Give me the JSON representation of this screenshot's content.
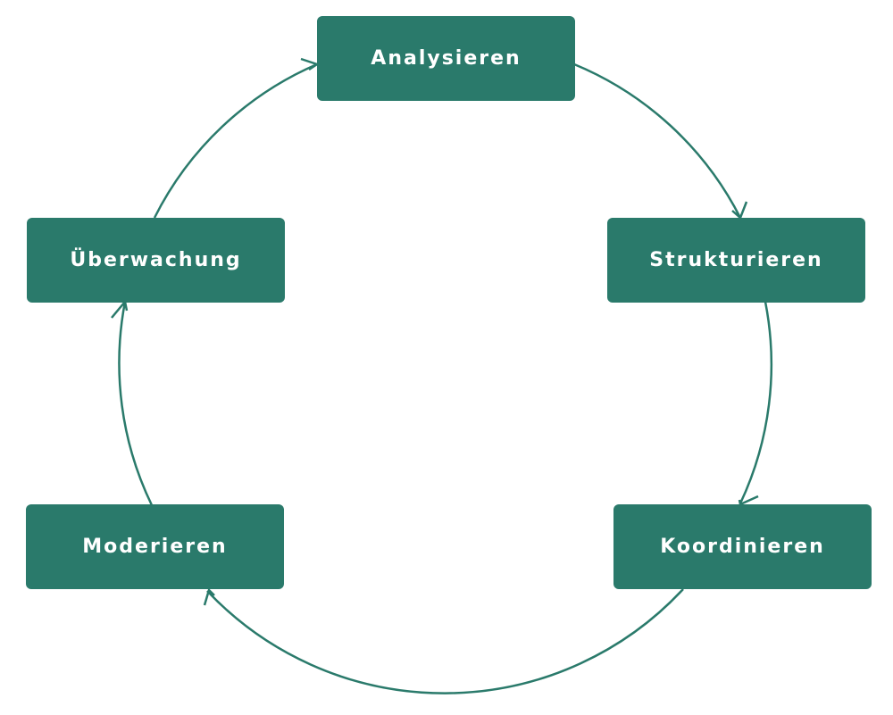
{
  "colors": {
    "node_fill": "#2a7a6b",
    "node_text": "#ffffff",
    "cycle_line": "#2a7a6b",
    "background": "#ffffff"
  },
  "diagram": {
    "type": "cycle",
    "nodes": [
      {
        "label": "Analysieren"
      },
      {
        "label": "Strukturieren"
      },
      {
        "label": "Koordinieren"
      },
      {
        "label": "Moderieren"
      },
      {
        "label": "Überwachung"
      }
    ],
    "edges": [
      {
        "from": "Analysieren",
        "to": "Strukturieren"
      },
      {
        "from": "Strukturieren",
        "to": "Koordinieren"
      },
      {
        "from": "Koordinieren",
        "to": "Moderieren"
      },
      {
        "from": "Moderieren",
        "to": "Überwachung"
      },
      {
        "from": "Überwachung",
        "to": "Analysieren"
      }
    ]
  }
}
